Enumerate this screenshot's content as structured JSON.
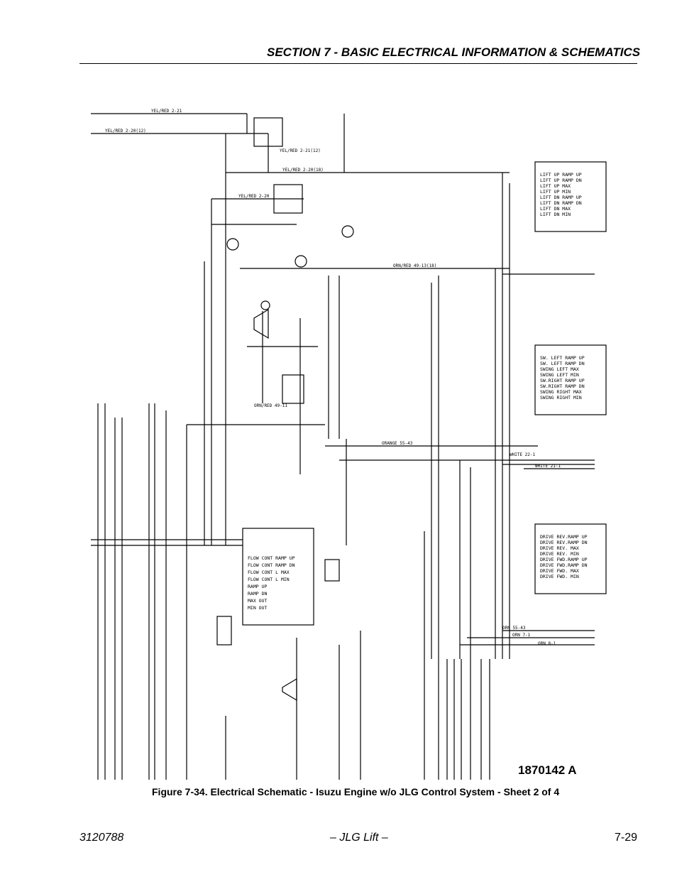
{
  "header": {
    "section_title": "SECTION 7 - BASIC ELECTRICAL INFORMATION & SCHEMATICS"
  },
  "schematic": {
    "drawing_number": "1870142 A",
    "wire_labels": [
      "YEL/RED 2-21",
      "YEL/RED 2-20(12)",
      "YEL/RED 2-21(12)",
      "YEL/RED 2-20(18)",
      "YEL/RED 2-20",
      "ORN/RED 49-13(18)",
      "ORANGE 55-43",
      "WHITE 21-1",
      "WHITE 22-1",
      "ORN 55-43",
      "ORN 7-1",
      "ORN 8-1",
      "ORN/RED 49-11"
    ],
    "control_boxes": [
      {
        "rows": [
          "LIFT UP RAMP UP",
          "LIFT UP RAMP DN",
          "LIFT UP MAX",
          "LIFT UP MIN",
          "LIFT DN RAMP UP",
          "LIFT DN RAMP DN",
          "LIFT DN MAX",
          "LIFT DN MIN"
        ]
      },
      {
        "rows": [
          "SW. LEFT RAMP UP",
          "SW. LEFT RAMP DN",
          "SWING LEFT MAX",
          "SWING LEFT MIN",
          "SW.RIGHT RAMP UP",
          "SW.RIGHT RAMP DN",
          "SWING RIGHT MAX",
          "SWING RIGHT MIN"
        ]
      },
      {
        "rows": [
          "DRIVE REV.RAMP UP",
          "DRIVE REV.RAMP DN",
          "DRIVE REV. MAX",
          "DRIVE REV. MIN",
          "DRIVE FWD.RAMP UP",
          "DRIVE FWD.RAMP DN",
          "DRIVE FWD. MAX",
          "DRIVE FWD. MIN"
        ]
      },
      {
        "rows": [
          "FLOW CONT RAMP UP",
          "FLOW CONT RAMP DN",
          "FLOW CONT L MAX",
          "FLOW CONT L MIN",
          "RAMP UP",
          "RAMP DN",
          "MAX OUT",
          "MIN OUT"
        ]
      }
    ]
  },
  "caption": "Figure 7-34.  Electrical Schematic - Isuzu Engine w/o JLG Control System - Sheet 2 of 4",
  "footer": {
    "doc_number": "3120788",
    "center": "– JLG Lift –",
    "page": "7-29"
  }
}
